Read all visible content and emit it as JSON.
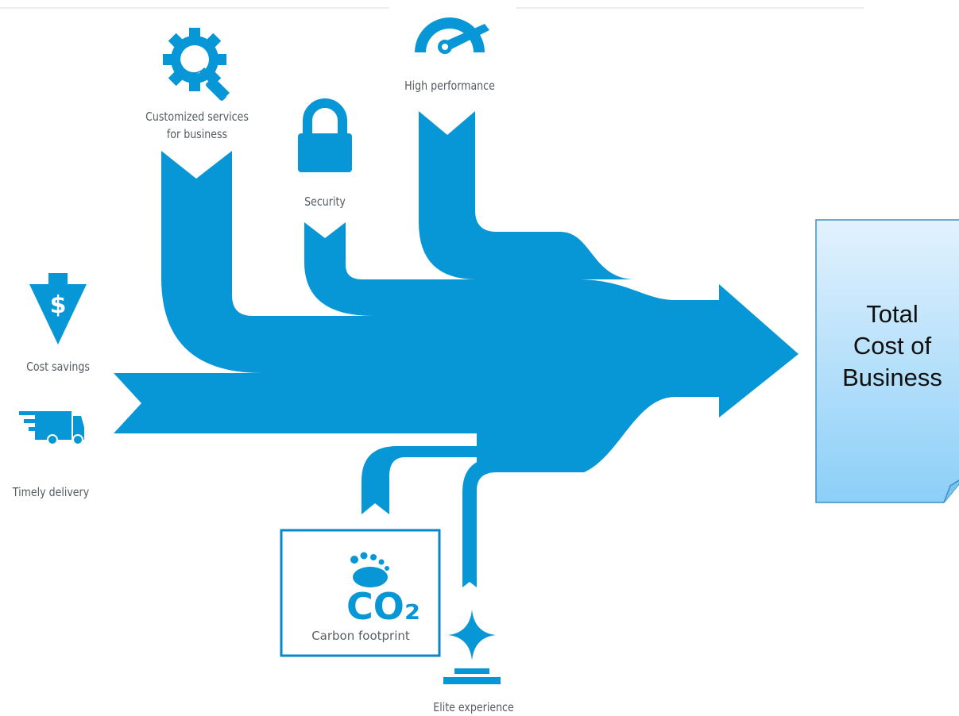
{
  "labels": {
    "customized_services": "Customized services\nfor business",
    "high_performance": "High performance",
    "security": "Security",
    "cost_savings": "Cost savings",
    "timely_delivery": "Timely delivery",
    "carbon_footprint": "Carbon footprint",
    "elite_experience": "Elite experience",
    "co2_text": "CO₂"
  },
  "note": {
    "line1": "Total",
    "line2": "Cost of",
    "line3": "Business"
  },
  "icons": {
    "customized_services": "gear-wrench-icon",
    "high_performance": "speedometer-icon",
    "security": "padlock-icon",
    "cost_savings": "dollar-arrow-icon",
    "timely_delivery": "delivery-truck-icon",
    "carbon_footprint": "footprint-co2-icon",
    "elite_experience": "diamond-pedestal-icon"
  },
  "colors": {
    "flow": "#0796d6",
    "note_fill_top": "#dff0fd",
    "note_fill_bottom": "#8fd0f8",
    "note_border": "#3c8fc5",
    "box_border": "#0a87c9"
  }
}
